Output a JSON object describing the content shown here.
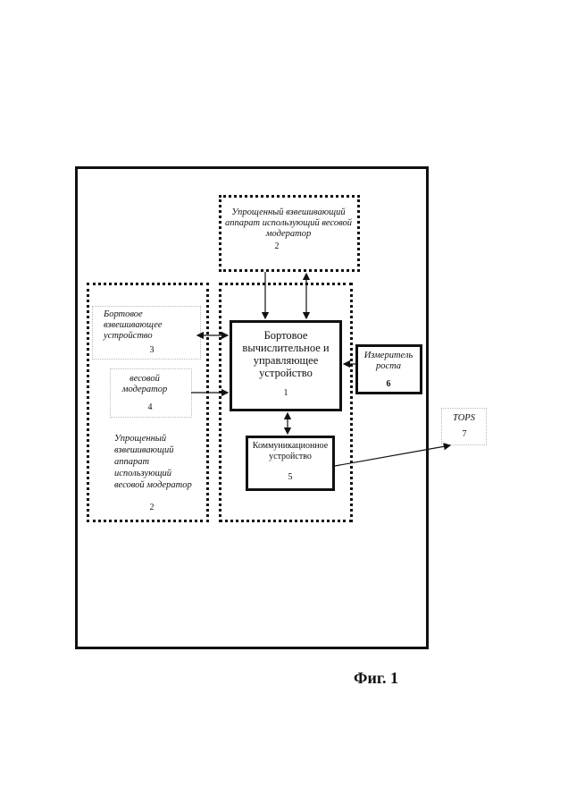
{
  "figure_caption": "Фиг. 1",
  "blocks": {
    "simplified_top": {
      "label": "Упрощенный взвешивающий аппарат использующий весовой модератор",
      "number": "2"
    },
    "onboard_computer": {
      "label": "Бортовое вычислительное и управляющее устройство",
      "number": "1"
    },
    "onboard_weighing": {
      "label": "Бортовое взвешивающее устройство",
      "number": "3"
    },
    "weight_moderator": {
      "label": "весовой модератор",
      "number": "4"
    },
    "simplified_left": {
      "label": "Упрощенный взвешивающий аппарат использующий весовой модератор",
      "number": "2"
    },
    "growth_meter": {
      "label": "Измеритель роста",
      "number": "6"
    },
    "communication": {
      "label": "Коммуникационное устройство",
      "number": "5"
    },
    "tops": {
      "label": "TOPS",
      "number": "7"
    }
  }
}
